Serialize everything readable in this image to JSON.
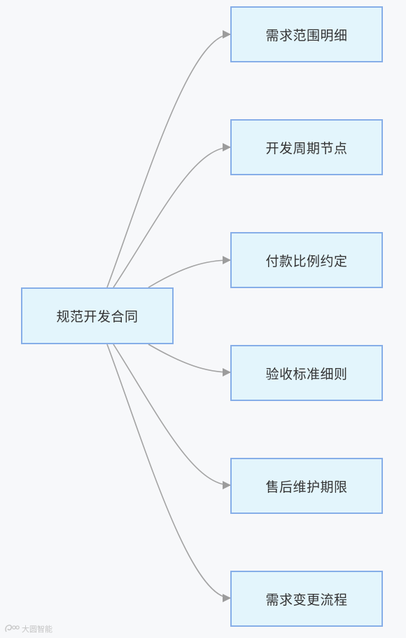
{
  "diagram": {
    "type": "mindmap",
    "root": {
      "label": "规范开发合同"
    },
    "children": [
      {
        "label": "需求范围明细"
      },
      {
        "label": "开发周期节点"
      },
      {
        "label": "付款比例约定"
      },
      {
        "label": "验收标准细则"
      },
      {
        "label": "售后维护期限"
      },
      {
        "label": "需求变更流程"
      }
    ],
    "colors": {
      "background": "#f7f8fa",
      "node_fill": "#e3f5fc",
      "node_border": "#86aee8",
      "edge": "#a3a3a3",
      "text": "#333333"
    }
  },
  "watermark": {
    "text": "大圆智能",
    "icon": "brand-logo-icon"
  }
}
